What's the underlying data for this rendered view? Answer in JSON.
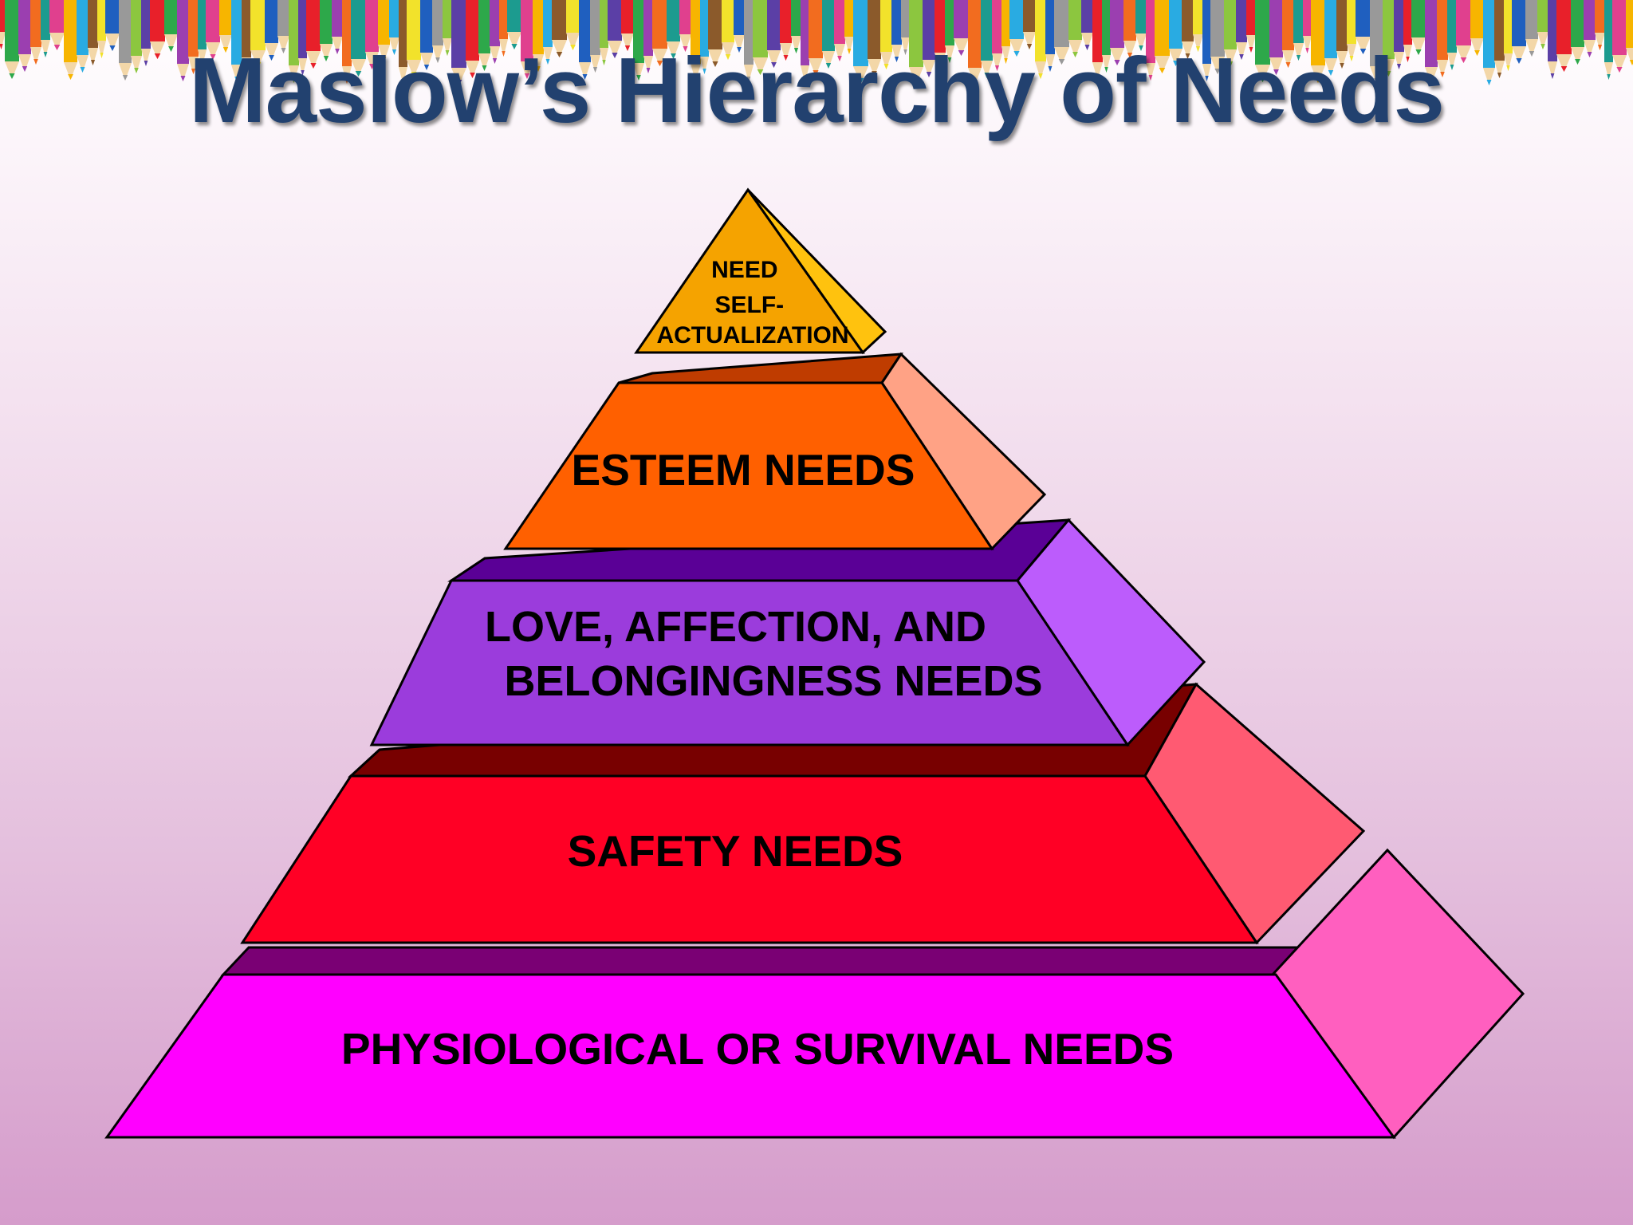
{
  "slide": {
    "title": "Maslow’s Hierarchy of Needs"
  },
  "pyramid": {
    "levels": [
      {
        "id": "self-actualization",
        "lines": [
          "NEED",
          "SELF-",
          "ACTUALIZATION"
        ],
        "front_color": "#f5a300",
        "side_color": "#ffc20e",
        "top_color": "#c97d00"
      },
      {
        "id": "esteem",
        "lines": [
          "ESTEEM NEEDS"
        ],
        "front_color": "#ff6000",
        "side_color": "#ffa285",
        "top_color": "#bf3c00"
      },
      {
        "id": "love",
        "lines": [
          "LOVE, AFFECTION, AND",
          "BELONGINGNESS NEEDS"
        ],
        "front_color": "#9b3cdc",
        "side_color": "#bc5cfc",
        "top_color": "#5a0096"
      },
      {
        "id": "safety",
        "lines": [
          "SAFETY NEEDS"
        ],
        "front_color": "#ff0025",
        "side_color": "#ff5a72",
        "top_color": "#780000"
      },
      {
        "id": "physiological",
        "lines": [
          "PHYSIOLOGICAL OR SURVIVAL NEEDS"
        ],
        "front_color": "#ff00ff",
        "side_color": "#ff5fbf",
        "top_color": "#7a0074"
      }
    ]
  }
}
